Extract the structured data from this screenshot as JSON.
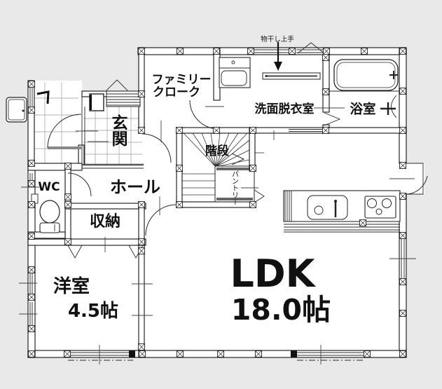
{
  "colors": {
    "background": "#e9e9e9",
    "floor": "#ffffff",
    "wall_line": "#1b1b1b",
    "tile_line": "#9a9a9a",
    "text": "#111111"
  },
  "labels": {
    "family_closet_line1": "ファミリー",
    "family_closet_line2": "クローク",
    "laundry_hanger": "物干し上手",
    "washroom": "洗面脱衣室",
    "bathroom": "浴室",
    "entrance": "玄関",
    "stairs": "階段",
    "pantry": "パントリー",
    "hall": "ホール",
    "wc": "WC",
    "storage": "収納",
    "western_room": "洋室",
    "western_room_size": "4.5帖",
    "ldk": "LDK",
    "ldk_size": "18.0帖"
  }
}
